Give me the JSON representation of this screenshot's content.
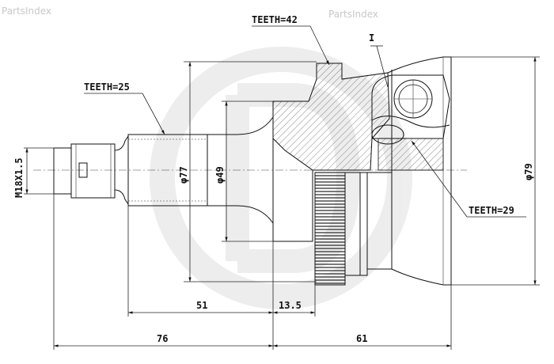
{
  "watermark": {
    "left": "PartsIndex",
    "right": "PartsIndex"
  },
  "labels": {
    "teeth_outer": "TEETH=42",
    "teeth_spline": "TEETH=25",
    "teeth_inner": "TEETH=29",
    "detail_mark": "I",
    "thread": "M18X1.5",
    "dia_77": "φ77",
    "dia_49": "φ49",
    "dia_79": "φ79",
    "len_51": "51",
    "len_13_5": "13.5",
    "len_76": "76",
    "len_61": "61"
  }
}
